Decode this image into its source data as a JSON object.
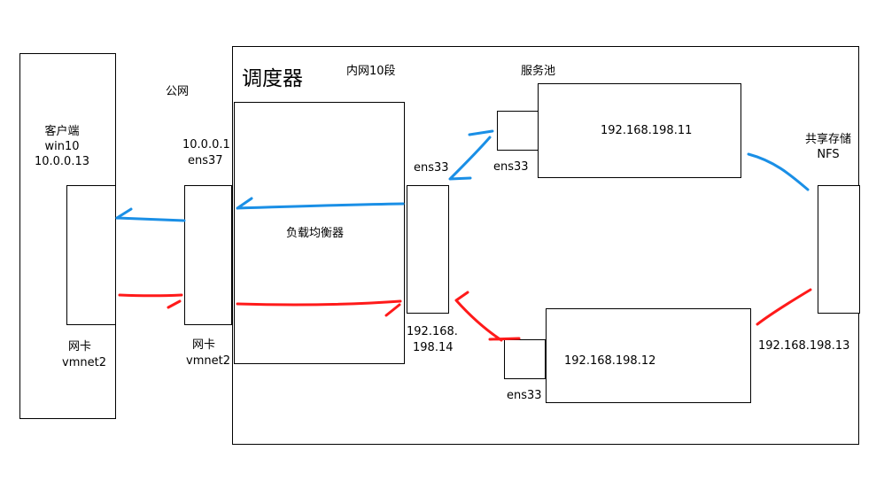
{
  "client": {
    "name": "客户端",
    "os": "win10",
    "ip": "10.0.0.13",
    "nic_label": "网卡",
    "nic_name": "vmnet2"
  },
  "public_net_label": "公网",
  "scheduler": {
    "title": "调度器",
    "lb_label": "负载均衡器",
    "ext_ip": "10.0.0.1",
    "ext_iface": "ens37",
    "nic_label": "网卡",
    "nic_name": "vmnet2",
    "int_iface": "ens33",
    "int_ip_line1": "192.168.",
    "int_ip_line2": "198.14"
  },
  "intranet_label": "内网10段",
  "server_pool_label": "服务池",
  "servers": [
    {
      "ip": "192.168.198.11",
      "iface": "ens33"
    },
    {
      "ip": "192.168.198.12",
      "iface": "ens33"
    }
  ],
  "storage": {
    "label": "共享存储",
    "type": "NFS",
    "ip": "192.168.198.13"
  },
  "colors": {
    "request_flow": "#ff1a1a",
    "response_flow": "#1a8fe6",
    "line": "#000000"
  }
}
